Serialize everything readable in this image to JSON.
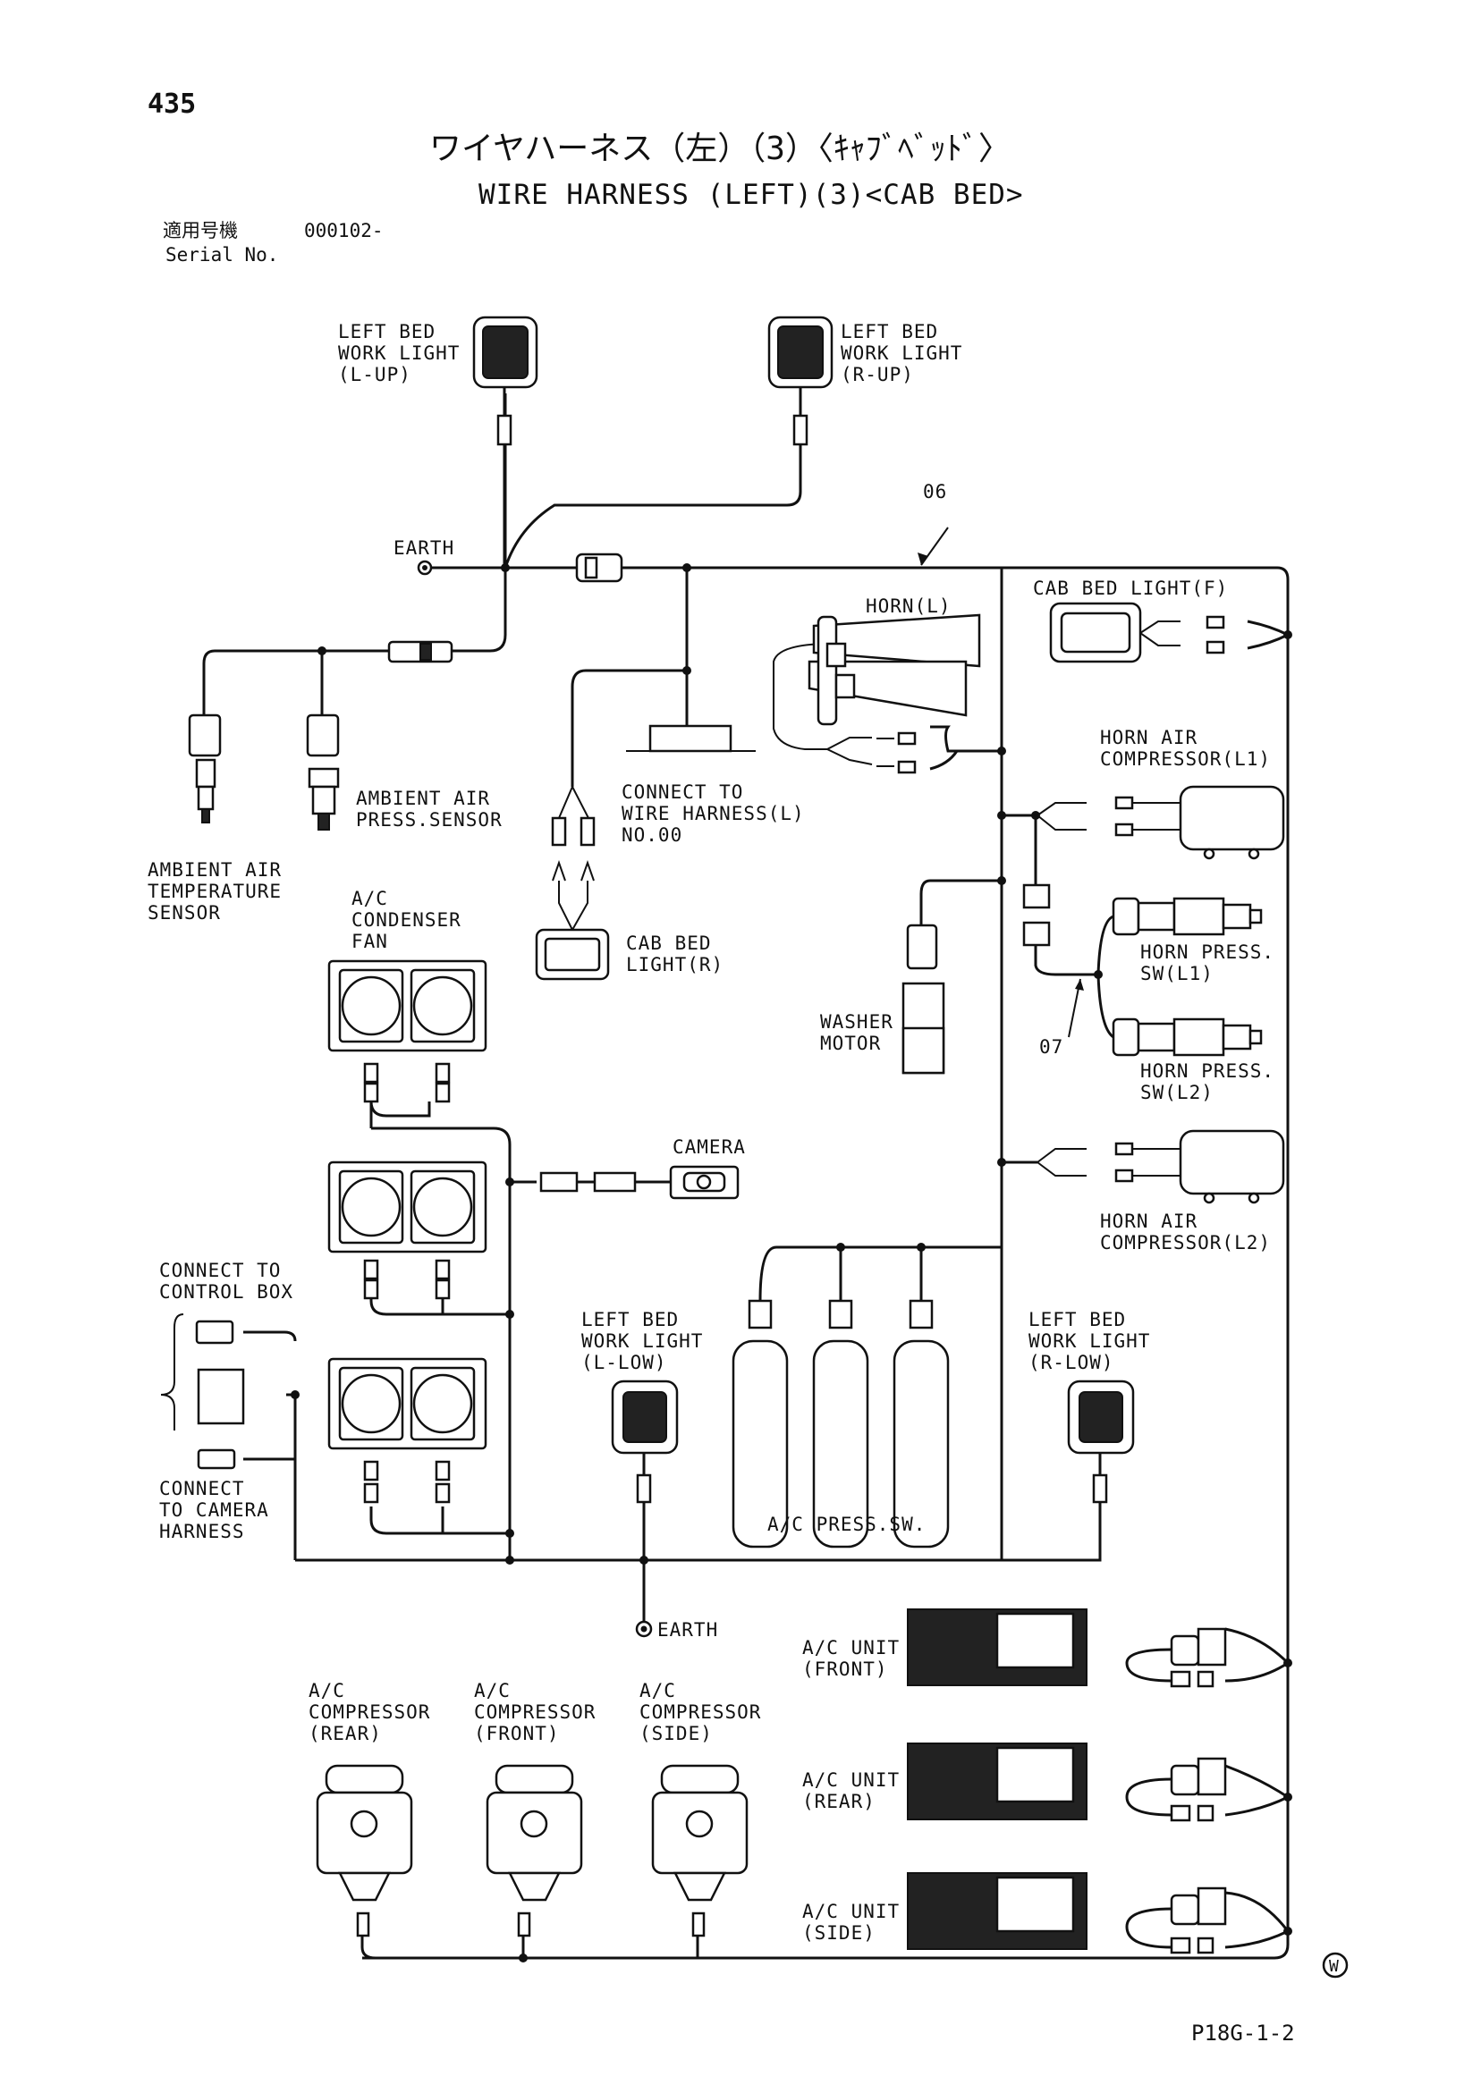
{
  "page": {
    "number": "435",
    "title_jp": "ワイヤハーネス（左）（3）〈ｷｬﾌﾞﾍﾞｯﾄﾞ〉",
    "title_en": "WIRE HARNESS (LEFT)(3)<CAB BED>",
    "serial_jp": "適用号機",
    "serial_value": "000102-",
    "serial_en": "Serial No.",
    "footer_code": "P18G-1-2",
    "corner_mark": "W"
  },
  "callouts": {
    "c06": "06",
    "c07": "07"
  },
  "labels": {
    "work_light_lup": [
      "LEFT BED",
      "WORK LIGHT",
      "(L-UP)"
    ],
    "work_light_rup": [
      "LEFT BED",
      "WORK LIGHT",
      "(R-UP)"
    ],
    "earth_top": "EARTH",
    "earth_bottom": "EARTH",
    "cab_bed_light_f": "CAB BED LIGHT(F)",
    "horn_l": "HORN(L)",
    "horn_air_comp_l1": [
      "HORN AIR",
      "COMPRESSOR(L1)"
    ],
    "connect_wire_harness": [
      "CONNECT TO",
      "WIRE HARNESS(L)",
      "NO.00"
    ],
    "ambient_air_press": [
      "AMBIENT AIR",
      "PRESS.SENSOR"
    ],
    "ambient_air_temp": [
      "AMBIENT AIR",
      "TEMPERATURE",
      "SENSOR"
    ],
    "ac_condenser_fan": [
      "A/C",
      "CONDENSER",
      "FAN"
    ],
    "cab_bed_light_r": [
      "CAB BED",
      "LIGHT(R)"
    ],
    "horn_press_sw_l1": [
      "HORN PRESS.",
      "SW(L1)"
    ],
    "washer_motor": [
      "WASHER",
      "MOTOR"
    ],
    "horn_press_sw_l2": [
      "HORN PRESS.",
      "SW(L2)"
    ],
    "camera": "CAMERA",
    "horn_air_comp_l2": [
      "HORN AIR",
      "COMPRESSOR(L2)"
    ],
    "connect_control_box": [
      "CONNECT TO",
      "CONTROL BOX"
    ],
    "work_light_llow": [
      "LEFT BED",
      "WORK LIGHT",
      "(L-LOW)"
    ],
    "work_light_rlow": [
      "LEFT BED",
      "WORK LIGHT",
      "(R-LOW)"
    ],
    "connect_camera_harness": [
      "CONNECT",
      "TO CAMERA",
      "HARNESS"
    ],
    "ac_press_sw": "A/C PRESS.SW.",
    "ac_unit_front": [
      "A/C UNIT",
      "(FRONT)"
    ],
    "ac_unit_rear": [
      "A/C UNIT",
      "(REAR)"
    ],
    "ac_unit_side": [
      "A/C UNIT",
      "(SIDE)"
    ],
    "ac_comp_rear": [
      "A/C",
      "COMPRESSOR",
      "(REAR)"
    ],
    "ac_comp_front": [
      "A/C",
      "COMPRESSOR",
      "(FRONT)"
    ],
    "ac_comp_side": [
      "A/C",
      "COMPRESSOR",
      "(SIDE)"
    ]
  }
}
